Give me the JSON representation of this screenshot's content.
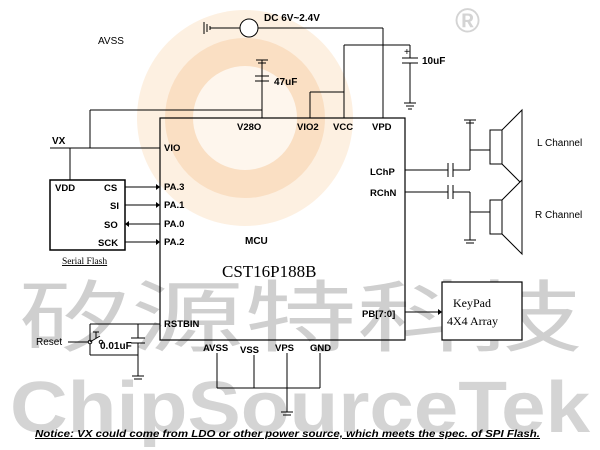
{
  "watermark": {
    "cn_text": "矽源特科技",
    "en_text": "ChipSourceTek",
    "registered": "®",
    "logo_colors": [
      "#f7c9a0",
      "#fbe3c8"
    ]
  },
  "power": {
    "avss_label": "AVSS",
    "dc_label": "DC 6V~2.4V",
    "cap_10uf": "10uF",
    "cap_47uf": "47uF"
  },
  "mcu": {
    "title": "MCU",
    "part": "CST16P188B",
    "pins": {
      "v28o": "V28O",
      "vio2": "VIO2",
      "vcc": "VCC",
      "vpd": "VPD",
      "vio": "VIO",
      "pa3": "PA.3",
      "pa1": "PA.1",
      "pa0": "PA.0",
      "pa2": "PA.2",
      "rstbin": "RSTBIN",
      "lchp": "LChP",
      "rchn": "RChN",
      "pb": "PB[7:0]",
      "avss": "AVSS",
      "vss": "VSS",
      "vps": "VPS",
      "gnd": "GND"
    }
  },
  "flash": {
    "vx": "VX",
    "vdd": "VDD",
    "cs": "CS",
    "si": "SI",
    "so": "SO",
    "sck": "SCK",
    "caption": "Serial Flash"
  },
  "reset": {
    "label": "Reset",
    "cap": "0.01uF"
  },
  "audio": {
    "left": "L Channel",
    "right": "R Channel"
  },
  "keypad": {
    "line1": "KeyPad",
    "line2": "4X4 Array"
  },
  "notice": "Notice: VX could come from LDO or other power source, which meets the spec. of SPI Flash."
}
